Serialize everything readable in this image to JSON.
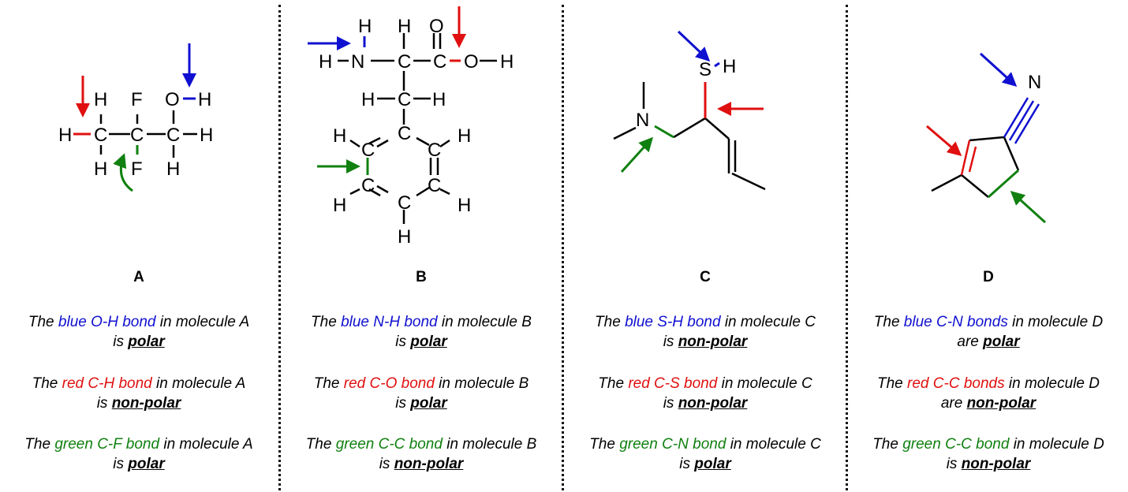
{
  "colors": {
    "blue": "#1010d0",
    "red": "#e01010",
    "green": "#108010"
  },
  "panels": [
    {
      "label": "A",
      "structure": {
        "atoms": {
          "H": "H",
          "C": "C",
          "F": "F",
          "O": "O"
        }
      },
      "statements": [
        {
          "pre": "The ",
          "colored": "blue O-H bond",
          "color": "blue",
          "mid": " in molecule A",
          "verb": "is ",
          "value": "polar"
        },
        {
          "pre": "The ",
          "colored": "red C-H bond",
          "color": "red",
          "mid": " in molecule A",
          "verb": "is ",
          "value": "non-polar"
        },
        {
          "pre": "The ",
          "colored": "green C-F bond",
          "color": "green",
          "mid": " in molecule A",
          "verb": "is ",
          "value": "polar"
        }
      ]
    },
    {
      "label": "B",
      "structure": {
        "atoms": {
          "H": "H",
          "N": "N",
          "C": "C",
          "O": "O"
        }
      },
      "statements": [
        {
          "pre": "The ",
          "colored": "blue N-H bond",
          "color": "blue",
          "mid": " in molecule B",
          "verb": "is ",
          "value": "polar"
        },
        {
          "pre": "The ",
          "colored": "red C-O bond",
          "color": "red",
          "mid": " in molecule B",
          "verb": "is ",
          "value": "polar"
        },
        {
          "pre": "The ",
          "colored": "green C-C bond",
          "color": "green",
          "mid": " in molecule B",
          "verb": "is ",
          "value": "non-polar"
        }
      ]
    },
    {
      "label": "C",
      "structure": {
        "atoms": {
          "S": "S",
          "H": "H",
          "N": "N"
        }
      },
      "statements": [
        {
          "pre": "The ",
          "colored": "blue S-H bond",
          "color": "blue",
          "mid": " in molecule C",
          "verb": "is ",
          "value": "non-polar"
        },
        {
          "pre": "The ",
          "colored": "red C-S bond",
          "color": "red",
          "mid": " in molecule C",
          "verb": "is ",
          "value": "non-polar"
        },
        {
          "pre": "The ",
          "colored": "green C-N bond",
          "color": "green",
          "mid": " in molecule C",
          "verb": "is ",
          "value": "polar"
        }
      ]
    },
    {
      "label": "D",
      "structure": {
        "atoms": {
          "N": "N"
        }
      },
      "statements": [
        {
          "pre": "The ",
          "colored": "blue C-N bonds",
          "color": "blue",
          "mid": " in molecule D",
          "verb": "are ",
          "value": "polar"
        },
        {
          "pre": "The ",
          "colored": "red C-C bonds",
          "color": "red",
          "mid": " in molecule D",
          "verb": "are ",
          "value": "non-polar"
        },
        {
          "pre": "The ",
          "colored": "green C-C bond",
          "color": "green",
          "mid": " in molecule D",
          "verb": "is ",
          "value": "non-polar"
        }
      ]
    }
  ]
}
